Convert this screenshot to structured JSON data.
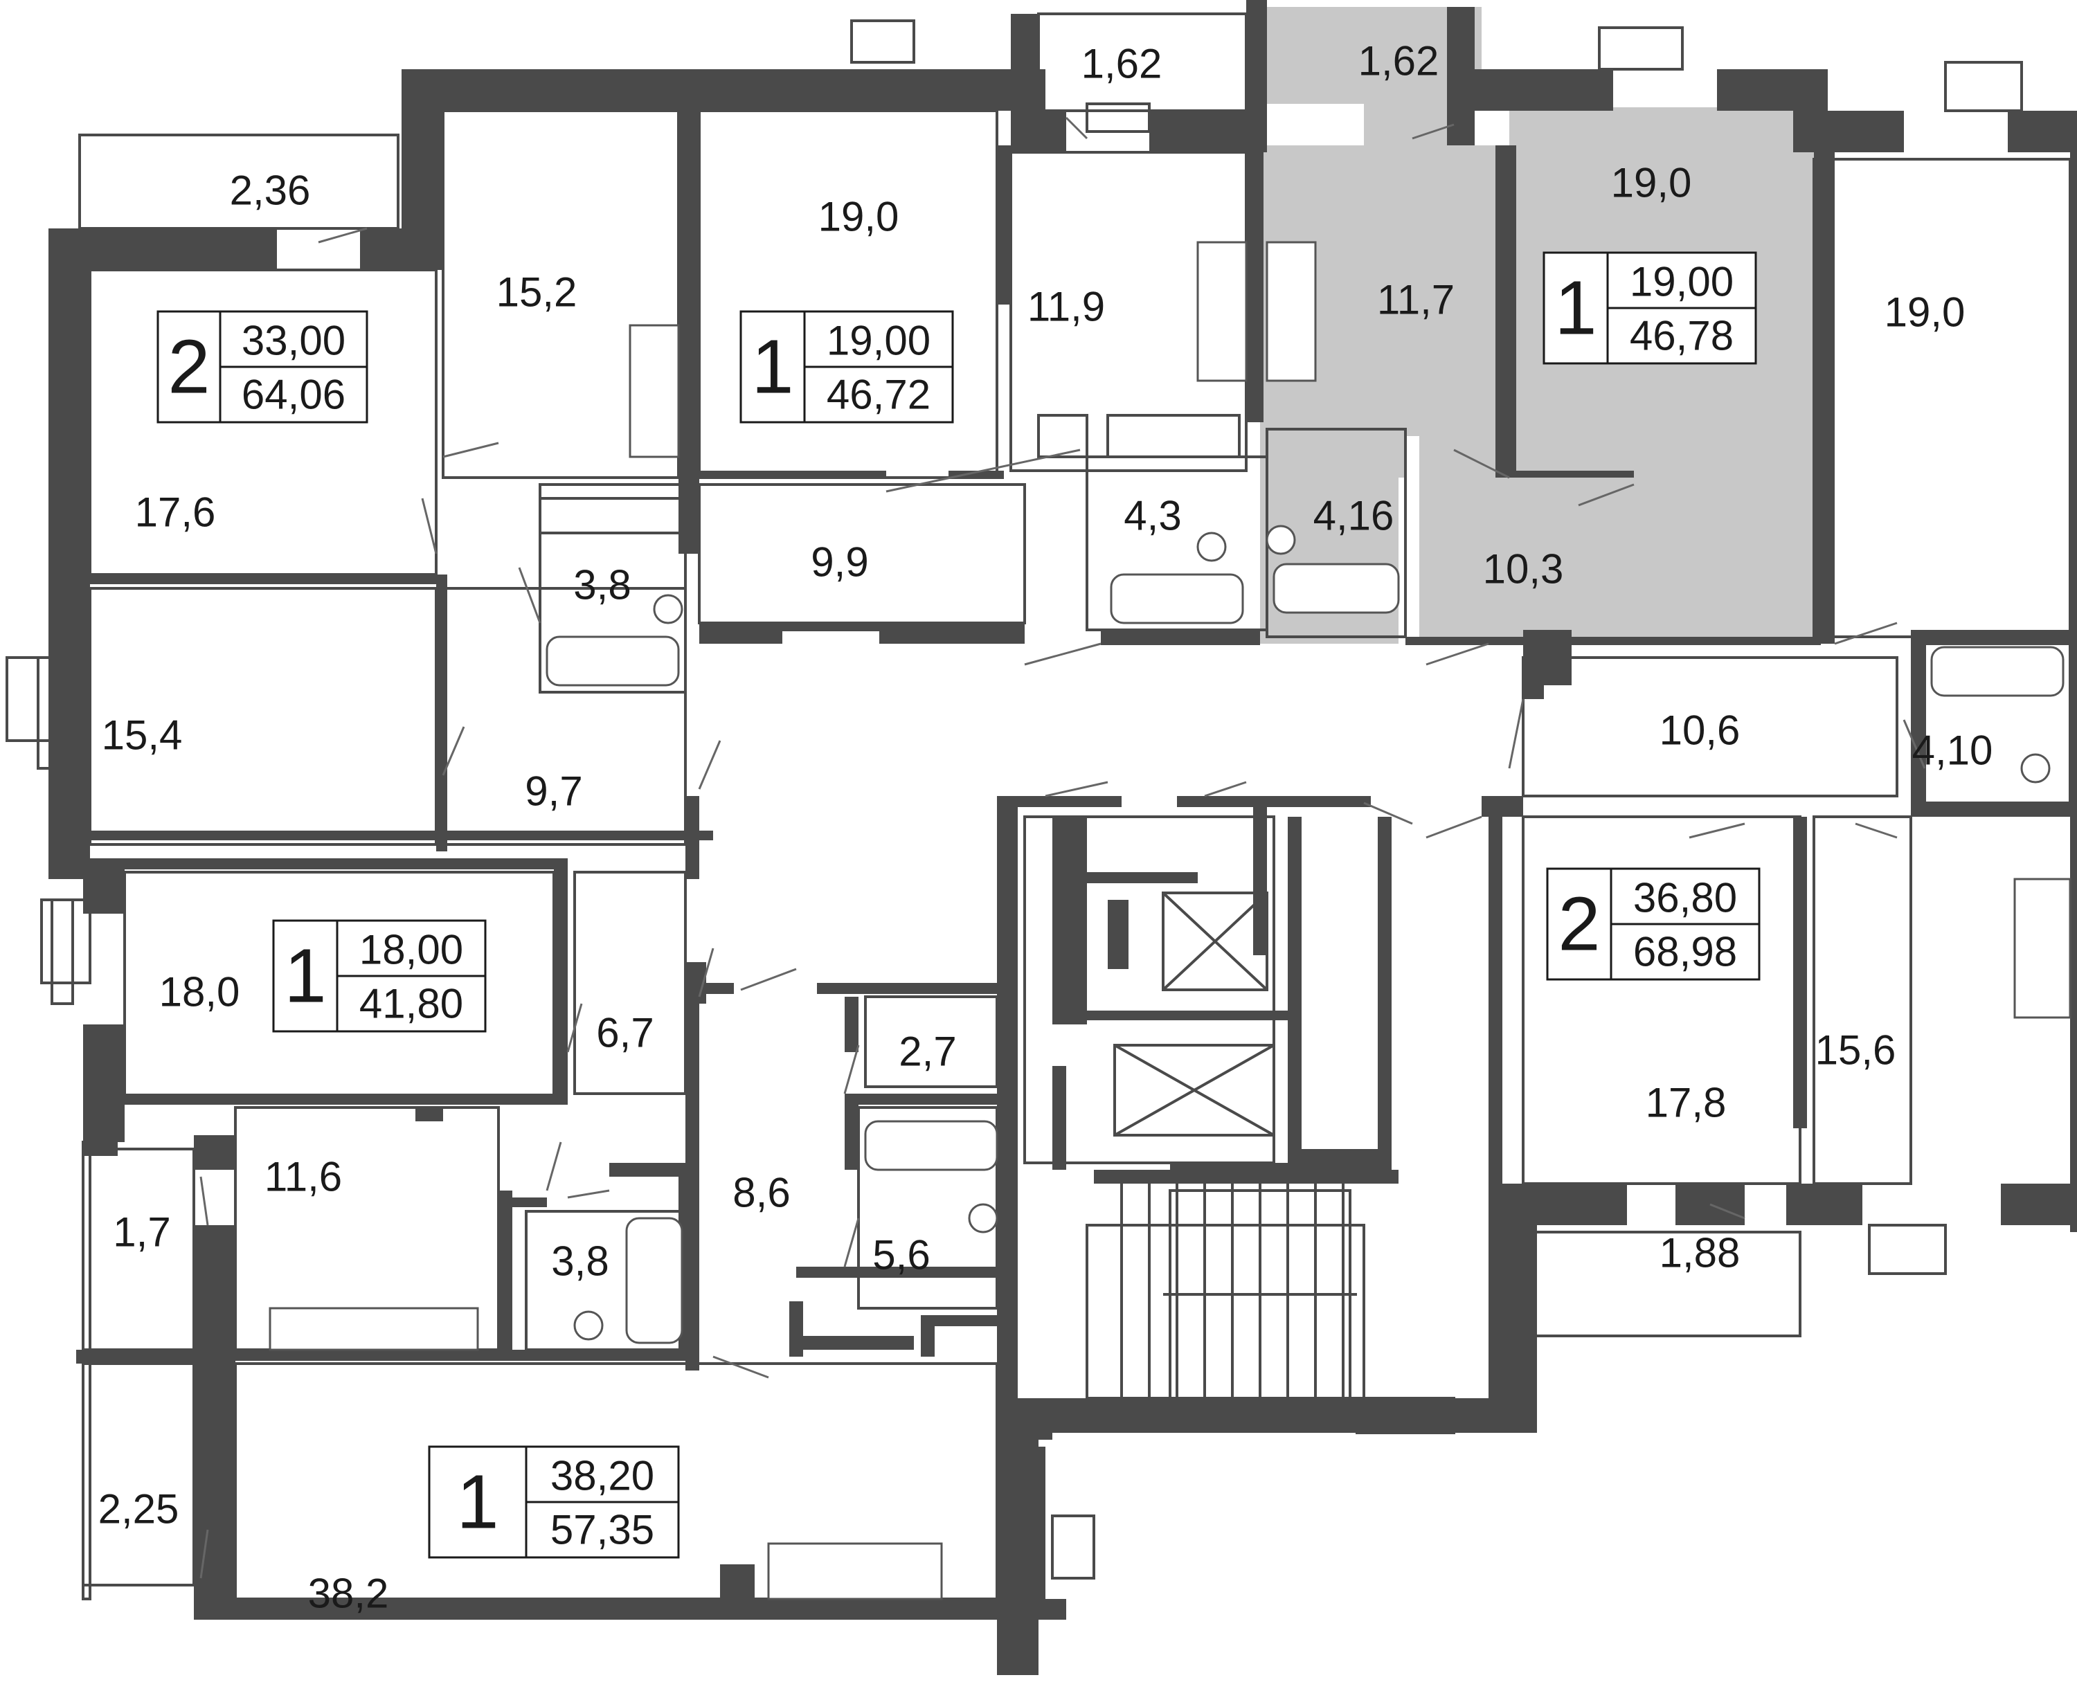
{
  "colors": {
    "wall": "#4a4a4a",
    "highlight": "#c8c8c8",
    "background": "#ffffff",
    "text": "#1a1a1a"
  },
  "apartments": [
    {
      "id": "apt-2-topleft",
      "rooms": "2",
      "living_area": "33,00",
      "total_area": "64,06",
      "highlighted": false
    },
    {
      "id": "apt-1-top",
      "rooms": "1",
      "living_area": "19,00",
      "total_area": "46,72",
      "highlighted": false
    },
    {
      "id": "apt-1-selected",
      "rooms": "1",
      "living_area": "19,00",
      "total_area": "46,78",
      "highlighted": true
    },
    {
      "id": "apt-1-left",
      "rooms": "1",
      "living_area": "18,00",
      "total_area": "41,80",
      "highlighted": false
    },
    {
      "id": "apt-2-right",
      "rooms": "2",
      "living_area": "36,80",
      "total_area": "68,98",
      "highlighted": false
    },
    {
      "id": "apt-1-bottom",
      "rooms": "1",
      "living_area": "38,20",
      "total_area": "57,35",
      "highlighted": false
    }
  ],
  "room_areas": [
    "1,62",
    "1,62",
    "2,36",
    "15,2",
    "19,0",
    "11,9",
    "11,7",
    "19,0",
    "19,0",
    "17,6",
    "3,8",
    "9,9",
    "4,3",
    "4,16",
    "10,3",
    "15,4",
    "9,7",
    "10,6",
    "4,10",
    "18,0",
    "6,7",
    "2,7",
    "15,6",
    "17,8",
    "1,7",
    "11,6",
    "8,6",
    "3,8",
    "5,6",
    "1,88",
    "2,25",
    "38,2"
  ]
}
